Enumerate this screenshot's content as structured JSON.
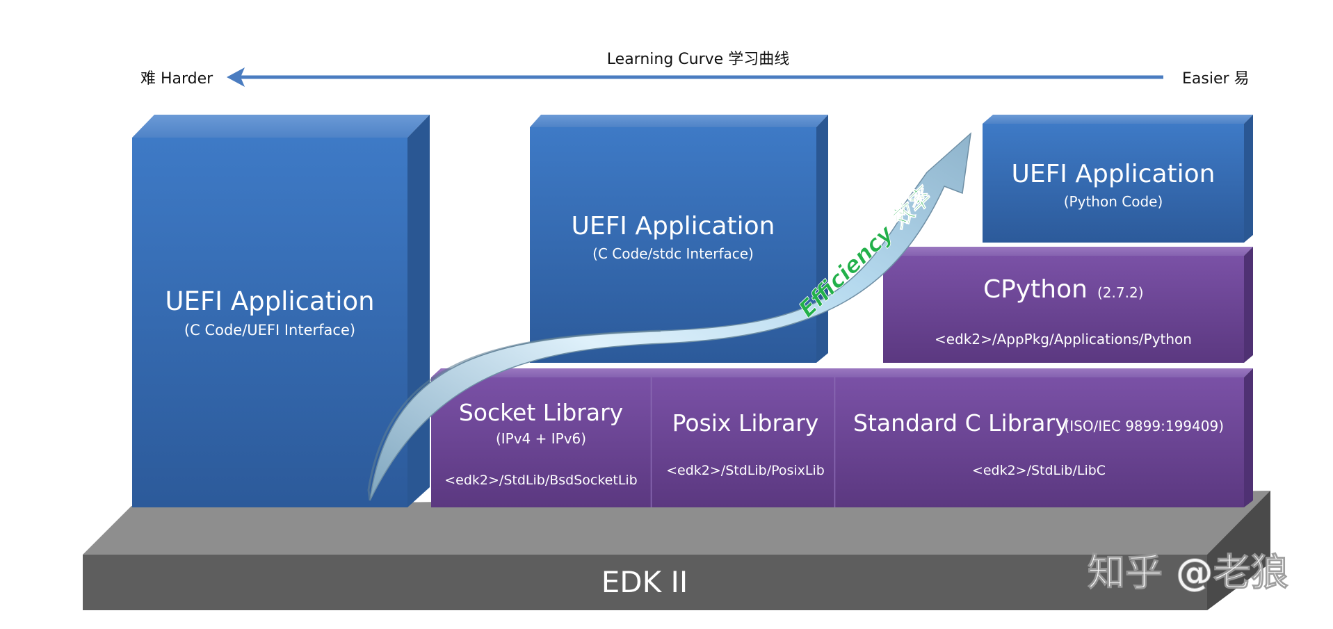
{
  "learning_curve": {
    "title": "Learning Curve 学习曲线",
    "harder": "难  Harder",
    "easier": "Easier 易"
  },
  "blocks": {
    "uefi_c_uefi": {
      "title": "UEFI Application",
      "subtitle": "(C Code/UEFI Interface)"
    },
    "uefi_c_stdc": {
      "title": "UEFI Application",
      "subtitle": "(C Code/stdc Interface)"
    },
    "uefi_python": {
      "title": "UEFI Application",
      "subtitle": "(Python Code)"
    },
    "cpython": {
      "title": "CPython",
      "version": "(2.7.2)",
      "path": "<edk2>/AppPkg/Applications/Python"
    },
    "socket_lib": {
      "title": "Socket Library",
      "subtitle": "(IPv4 + IPv6)",
      "path": "<edk2>/StdLib/BsdSocketLib"
    },
    "posix_lib": {
      "title": "Posix Library",
      "path": "<edk2>/StdLib/PosixLib"
    },
    "stdc_lib": {
      "title": "Standard C Library",
      "subtitle": "(ISO/IEC 9899:199409)",
      "path": "<edk2>/StdLib/LibC"
    },
    "edk2": {
      "title": "EDK II"
    }
  },
  "efficiency_label": "Efficiency 效率",
  "watermark": "知乎 @老狼",
  "colors": {
    "blue_front": "#3b74be",
    "purple_front": "#6d4596",
    "gray_base": "#5e5e5e",
    "arrow_line": "#4a7cc0",
    "efficiency_text": "#22b04a"
  }
}
